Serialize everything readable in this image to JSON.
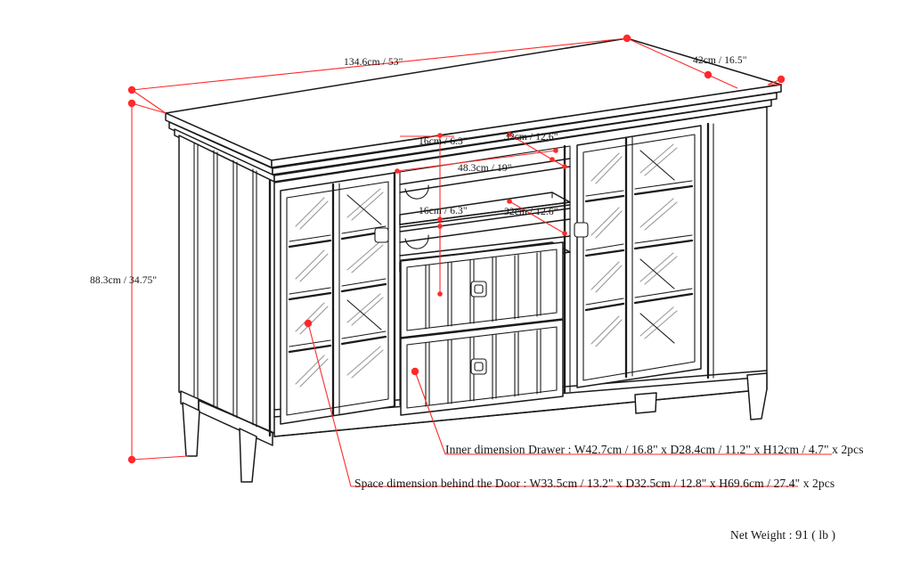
{
  "diagram": {
    "title": "Furniture dimension drawing - TV media stand / sideboard",
    "colors": {
      "line": "#1a1a1a",
      "annotation": "#ff2a2a",
      "glass": "#8d8d8d",
      "background": "#ffffff"
    }
  },
  "dimensions": {
    "width": "134.6cm / 53\"",
    "depth": "42cm / 16.5\"",
    "height": "88.3cm / 34.75\"",
    "shelf_opening_height_top": "16cm / 6.3\"",
    "shelf_opening_height_bottom": "16cm / 6.3\"",
    "shelf_depth_top": "32cm / 12.6\"",
    "shelf_depth_bottom": "32cm / 12.6\"",
    "shelf_width": "48.3cm / 19\""
  },
  "notes": {
    "drawer": "Inner dimension Drawer : W42.7cm / 16.8\" x D28.4cm / 11.2\" x H12cm / 4.7\" x 2pcs",
    "door": "Space dimension behind the Door  : W33.5cm / 13.2\" x D32.5cm / 12.8\" x H69.6cm / 27.4\" x 2pcs"
  },
  "weight": {
    "label": "Net Weight :",
    "value": "91",
    "unit": "( lb )"
  },
  "parts": {
    "left_door": "left glass door",
    "right_door": "right glass door",
    "top_drawer": "upper slatted drawer",
    "bottom_drawer": "lower slatted drawer",
    "top_shelf": "upper open shelf",
    "bottom_shelf": "lower open shelf"
  }
}
